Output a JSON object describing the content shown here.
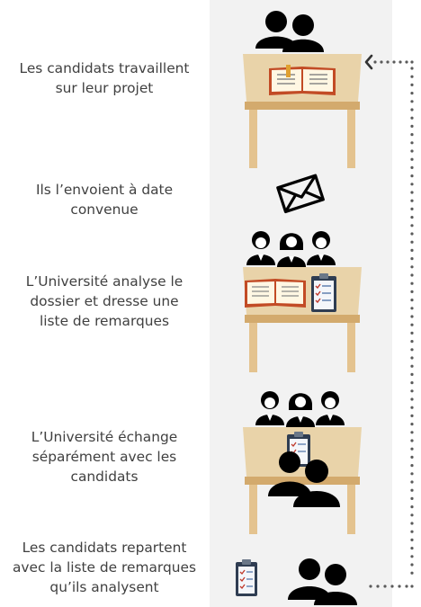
{
  "colors": {
    "table_top": "#e9d3a9",
    "table_leg": "#e4c38f",
    "table_edge": "#d3aa6d",
    "silhouette": "#000000",
    "panel": "#f2f2f2",
    "dots": "#5a5a5a",
    "text": "#404040"
  },
  "steps": [
    {
      "text": "Les candidats travaillent\nsur leur projet",
      "icons": [
        "two-people-icon",
        "open-book-icon",
        "table-icon"
      ]
    },
    {
      "text": "Ils l’envoient à date\nconvenue",
      "icons": [
        "envelope-icon"
      ]
    },
    {
      "text": "L’Université analyse le\ndossier et dresse une\nliste de remarques",
      "icons": [
        "three-reviewers-icon",
        "open-book-icon",
        "clipboard-icon",
        "table-icon"
      ]
    },
    {
      "text": "L’Université échange\nséparément avec les\ncandidats",
      "icons": [
        "three-reviewers-icon",
        "clipboard-icon",
        "two-people-icon",
        "table-icon"
      ]
    },
    {
      "text": "Les candidats repartent\navec la liste de remarques\nqu’ils analysent",
      "icons": [
        "clipboard-icon",
        "two-people-icon"
      ]
    }
  ]
}
